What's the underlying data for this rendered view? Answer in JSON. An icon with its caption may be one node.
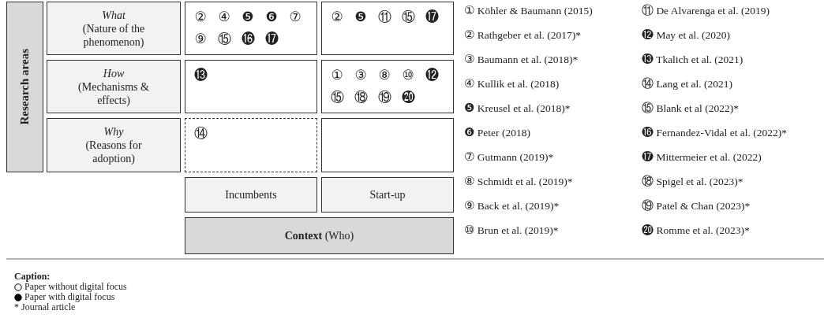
{
  "diagram": {
    "nodes": [
      {
        "text": [
          "Research areas"
        ]
      },
      {
        "text": [
          "What",
          "(Nature of the phenomenon)"
        ]
      },
      {
        "text": [
          "How",
          "(Mechanisms & effects)"
        ]
      },
      {
        "text": [
          "Why",
          "(Reasons for adoption)"
        ]
      },
      {
        "text": [
          "②",
          "④",
          "❺",
          "❻",
          "⑦",
          "⑨",
          "⑮",
          "⓰",
          "⓱"
        ]
      },
      {
        "text": [
          "②",
          "❺",
          "⑪",
          "⑮",
          "⓱"
        ]
      },
      {
        "text": [
          "⓭"
        ]
      },
      {
        "text": [
          "①",
          "③",
          "⑧",
          "⑩",
          "⓬",
          "⑮",
          "⑱",
          "⑲",
          "⓴"
        ]
      },
      {
        "text": [
          "⑭"
        ]
      },
      {
        "text": [],
        "shape": "box"
      },
      {
        "text": [
          "Incumbents"
        ]
      },
      {
        "text": [
          "Start-up"
        ]
      },
      {
        "text": [
          "**Context** (Who)"
        ]
      }
    ],
    "labels": [
      "① Köhler & Baumann (2015)",
      "② Rathgeber et al. (2017)*",
      "③ Baumann et al. (2018)*",
      "④ Kullik et al. (2018)",
      "❺ Kreusel et al. (2018)*",
      "❻ Peter (2018)",
      "⑦ Gutmann (2019)*",
      "⑧ Schmidt et al. (2019)*",
      "⑨ Back et al. (2019)*",
      "⑩ Brun et al. (2019)*",
      "⑪ De Alvarenga et al. (2019)",
      "⓬ May et al. (2020)",
      "⓭ Tkalich et al. (2021)",
      "⑭ Lang et al. (2021)",
      "⑮ Blank et al (2022)*",
      "⓰ Fernandez-Vidal et al. (2022)*",
      "⓱ Mittermeier et al. (2022)",
      "⑱ Spigel et al. (2023)*",
      "⑲ Patel & Chan (2023)*",
      "⓴ Romme et al. (2023)*",
      "Caption:",
      "* Journal article"
    ],
    "legend": [
      {
        "text": "Paper without digital focus"
      },
      {
        "text": "Paper with digital focus"
      }
    ]
  }
}
